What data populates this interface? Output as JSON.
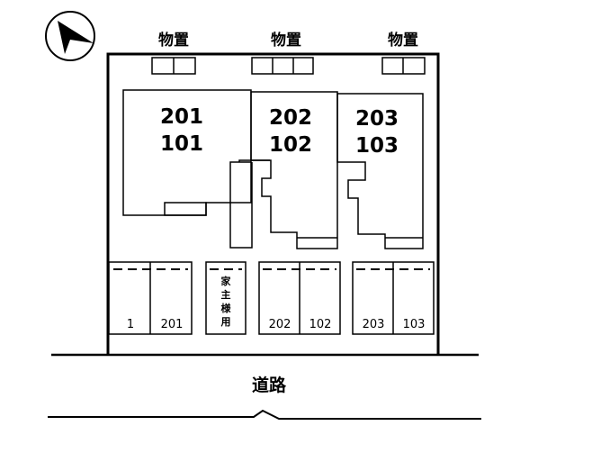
{
  "storage_label": "物置",
  "units": [
    {
      "upper": "201",
      "lower": "101"
    },
    {
      "upper": "202",
      "lower": "102"
    },
    {
      "upper": "203",
      "lower": "103"
    }
  ],
  "parking": {
    "group1": [
      "1",
      "201"
    ],
    "owner": [
      "家",
      "主",
      "様",
      "用"
    ],
    "group3": [
      "202",
      "102"
    ],
    "group4": [
      "203",
      "103"
    ]
  },
  "road_label": "道路",
  "icons": {
    "compass": "north-arrow-icon"
  }
}
